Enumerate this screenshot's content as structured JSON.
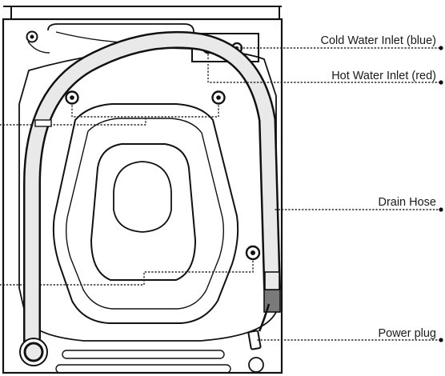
{
  "callouts": {
    "cold_water_inlet": "Cold Water Inlet (blue)",
    "hot_water_inlet": "Hot Water Inlet (red)",
    "drain_hose": "Drain Hose",
    "power_plug": "Power plug"
  },
  "colors": {
    "line": "#111111",
    "hose_fill": "#e9e9e9",
    "hose_band": "#7a7a7a",
    "background": "#ffffff"
  }
}
